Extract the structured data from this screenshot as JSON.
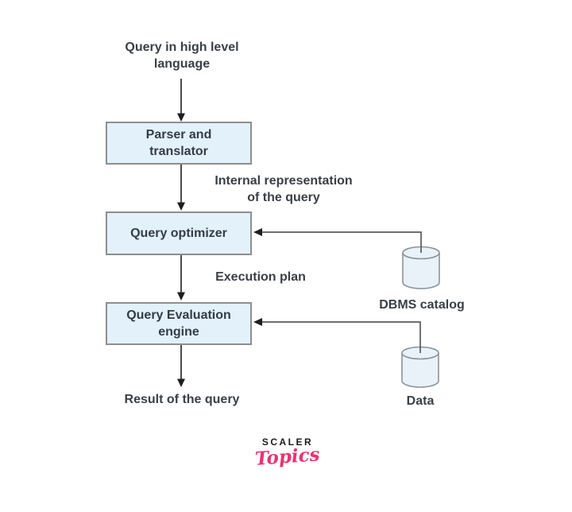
{
  "diagram": {
    "source_label": "Query in high level language",
    "nodes": {
      "parser": "Parser and translator",
      "optimizer": "Query optimizer",
      "engine": "Query Evaluation engine"
    },
    "edge_labels": {
      "internal_representation": "Internal representation of the query",
      "execution_plan": "Execution plan"
    },
    "sink_label": "Result of the query",
    "datastores": {
      "catalog": "DBMS catalog",
      "data": "Data"
    },
    "colors": {
      "node_fill": "#e3f1fb",
      "node_border": "#8e8e8e",
      "cylinder_fill": "#eaf2f9",
      "cylinder_border": "#8a939c",
      "arrow": "#2b2b2b",
      "elbow_line": "#5a5a5a",
      "text": "#3a3f47"
    }
  },
  "logo": {
    "brand": "SCALER",
    "wordmark": "Topics"
  }
}
